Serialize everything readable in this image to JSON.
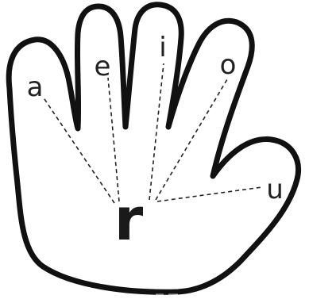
{
  "diagram": {
    "center_letter": "r",
    "vowels": {
      "a": "a",
      "e": "e",
      "i": "i",
      "o": "o",
      "u": "u"
    }
  }
}
